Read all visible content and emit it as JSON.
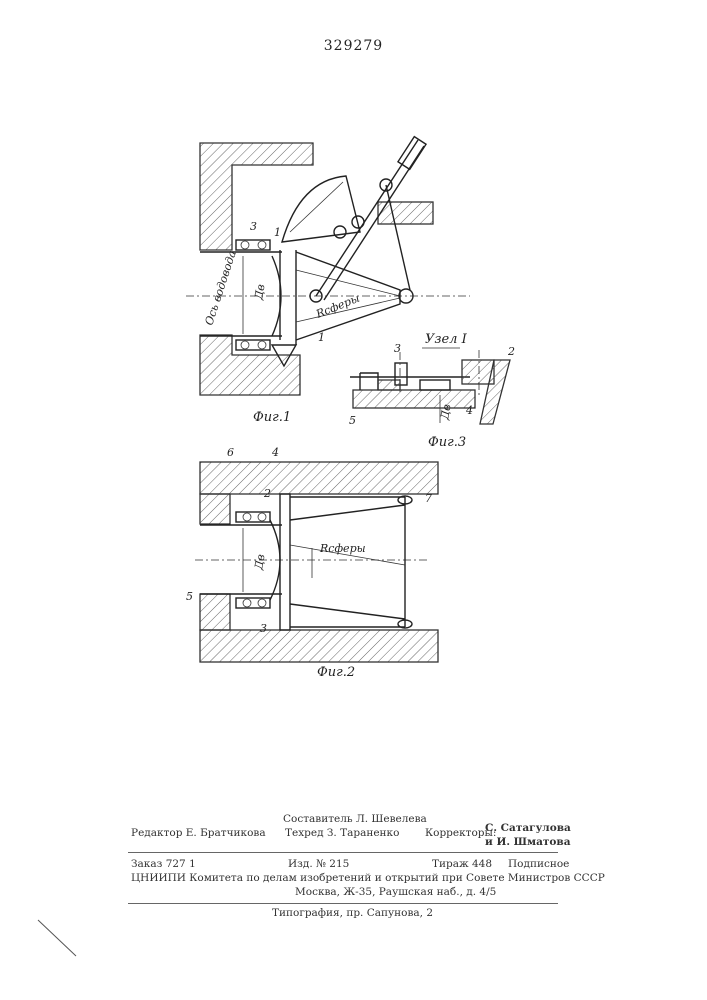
{
  "patent_number": "329279",
  "fig1": {
    "caption": "Фиг.1",
    "axis_label": "Ось водовода",
    "diameter_label": "Дв",
    "radius_label": "Rсферы",
    "callouts": [
      "3",
      "1",
      "1"
    ]
  },
  "fig2": {
    "caption": "Фиг.2",
    "diameter_label": "Дв",
    "radius_label": "Rсферы",
    "callouts": [
      "6",
      "4",
      "2",
      "7",
      "5",
      "3"
    ]
  },
  "fig3": {
    "caption": "Фиг.3",
    "title": "Узел I",
    "diameter_label": "Дв",
    "callouts": [
      "3",
      "2",
      "5",
      "4"
    ]
  },
  "colophon": {
    "compiler": "Составитель Л. Шевелева",
    "editor": "Редактор Е. Братчикова",
    "tech_editor": "Техред З. Тараненко",
    "correctors_label": "Корректоры:",
    "corrector_1": "С. Сатагулова",
    "corrector_2": "и И. Шматова",
    "order": "Заказ 727 1",
    "edition": "Изд. № 215",
    "print_run": "Тираж 448",
    "subscription": "Подписное",
    "institute": "ЦНИИПИ Комитета по делам изобретений и открытий при Совете Министров СССР",
    "address": "Москва, Ж-35, Раушская наб., д. 4/5",
    "printing_house": "Типография, пр. Сапунова, 2"
  }
}
